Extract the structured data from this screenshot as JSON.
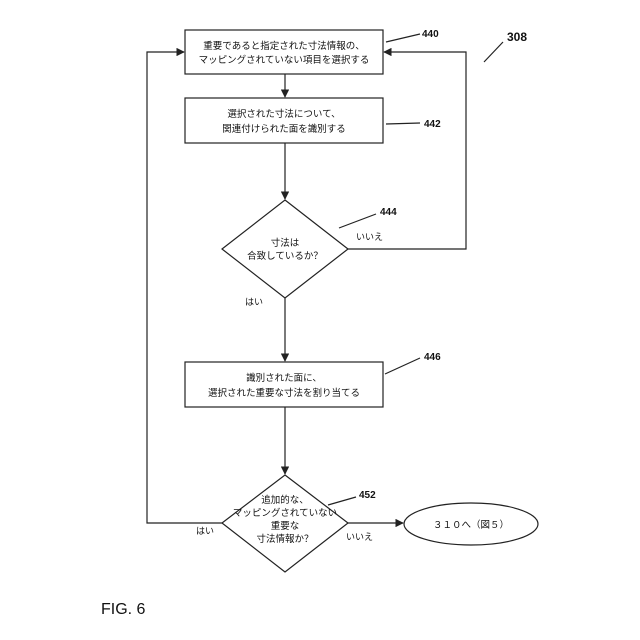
{
  "figure": {
    "label": "FIG. 6",
    "ref": "308"
  },
  "nodes": {
    "n440": {
      "ref": "440",
      "lines": [
        "重要であると指定された寸法情報の、",
        "マッピングされていない項目を選択する"
      ]
    },
    "n442": {
      "ref": "442",
      "lines": [
        "選択された寸法について、",
        "関連付けられた面を識別する"
      ]
    },
    "n444": {
      "ref": "444",
      "lines": [
        "寸法は",
        "合致しているか？"
      ]
    },
    "n446": {
      "ref": "446",
      "lines": [
        "識別された面に、",
        "選択された重要な寸法を割り当てる"
      ]
    },
    "n452": {
      "ref": "452",
      "lines": [
        "追加的な、",
        "マッピングされていない",
        "重要な",
        "寸法情報か？"
      ]
    },
    "n310": {
      "lines": [
        "３１０へ（図５）"
      ]
    }
  },
  "edges": {
    "e444_no": "いいえ",
    "e444_yes": "はい",
    "e452_yes": "はい",
    "e452_no": "いいえ"
  }
}
